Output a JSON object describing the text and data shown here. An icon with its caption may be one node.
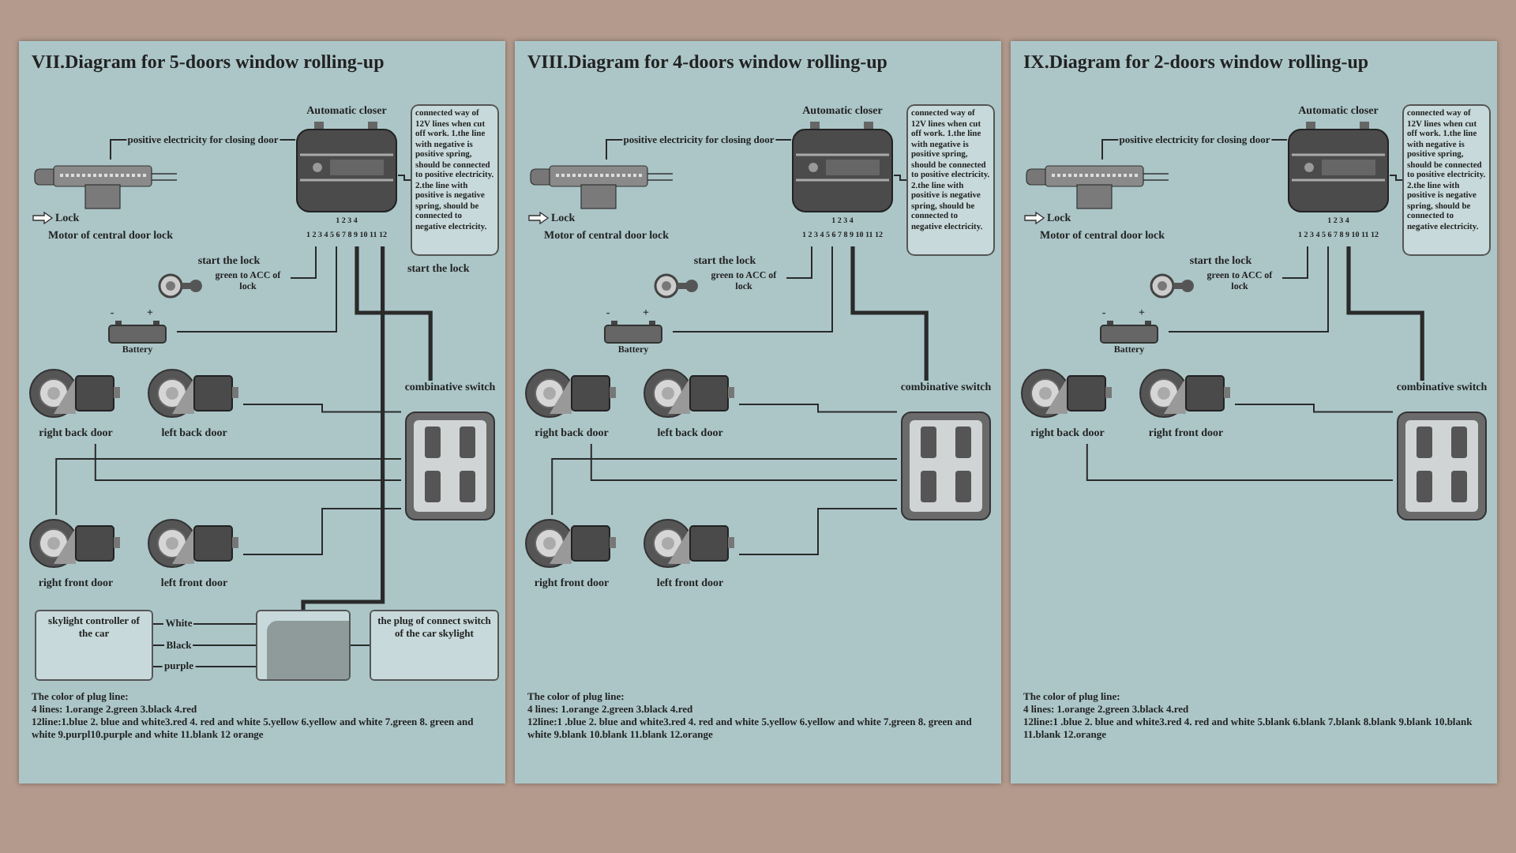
{
  "diagram": {
    "nodes": [
      {
        "text": [
          "VII.Diagram for 5-doors window rolling-up",
          "The color of plug line:",
          "4 lines: 1.orange 2.green 3.black 4.red",
          "12line:1.blue 2. blue and white3.red 4. red and white 5.yellow 6.yellow and white 7.green 8. green and white 9.purpl10.purple and white 11.blank 12 orange"
        ]
      },
      {
        "text": [
          "Lock",
          "Motor of central door lock"
        ],
        "in": 0
      },
      {
        "text": [
          "start the lock"
        ],
        "in": 0,
        "beside": [
          "green to ACC of lock"
        ]
      },
      {
        "text": [
          "Battery"
        ],
        "in": 0,
        "beside": [
          "-",
          "+"
        ]
      },
      {
        "text": [
          "Automatic closer"
        ],
        "in": 0,
        "beside": [
          "1 2 3 4",
          "1 2 3 4 5 6 7 8 9 10 11 12"
        ]
      },
      {
        "text": [
          "connected way of 12V lines when cut off work. 1.the line with negative is positive spring, should be connected to positive electricity. 2.the line with positive is negative spring, should be connected to negative electricity."
        ],
        "in": 0
      },
      {
        "text": [
          "right back door"
        ],
        "in": 0
      },
      {
        "text": [
          "left back door"
        ],
        "in": 0
      },
      {
        "text": [
          "combinative switch"
        ],
        "in": 0
      },
      {
        "text": [
          "right front door"
        ],
        "in": 0
      },
      {
        "text": [
          "left front door"
        ],
        "in": 0
      },
      {
        "text": [
          "skylight controller of the car"
        ],
        "in": 0
      },
      {
        "text": [],
        "shape": "box",
        "in": 0
      },
      {
        "text": [
          "the plug of connect switch of the car skylight"
        ],
        "in": 0
      },
      {
        "text": [
          "VIII.Diagram for 4-doors window rolling-up",
          "The color of plug line:",
          "4 lines: 1.orange 2.green 3.black 4.red",
          "12line:1 .blue 2. blue and white3.red 4. red and white 5.yellow 6.yellow and white 7.green 8. green and white 9.blank 10.blank 11.blank 12.orange"
        ]
      },
      {
        "text": [
          "Lock",
          "Motor of central door lock"
        ],
        "in": 14
      },
      {
        "text": [
          "start the lock"
        ],
        "in": 14,
        "beside": [
          "green to ACC of lock"
        ]
      },
      {
        "text": [
          "Battery"
        ],
        "in": 14,
        "beside": [
          "-",
          "+"
        ]
      },
      {
        "text": [
          "Automatic closer"
        ],
        "in": 14,
        "beside": [
          "1 2 3 4",
          "1 2 3 4 5 6 7 8 9 10 11 12"
        ]
      },
      {
        "text": [
          "connected way of 12V lines when cut off work. 1.the line with negative is positive spring, should be connected to positive electricity. 2.the line with positive is negative spring, should be connected to negative electricity."
        ],
        "in": 14
      },
      {
        "text": [
          "right back door"
        ],
        "in": 14
      },
      {
        "text": [
          "left back door"
        ],
        "in": 14
      },
      {
        "text": [
          "combinative switch"
        ],
        "in": 14
      },
      {
        "text": [
          "right front door"
        ],
        "in": 14
      },
      {
        "text": [
          "left front door"
        ],
        "in": 14
      },
      {
        "text": [
          "IX.Diagram for 2-doors window rolling-up",
          "The color of plug line:",
          "4 lines: 1.orange 2.green 3.black 4.red",
          "12line:1 .blue 2. blue and white3.red 4. red and white 5.blank 6.blank 7.blank 8.blank 9.blank 10.blank 11.blank 12.orange"
        ]
      },
      {
        "text": [
          "Lock",
          "Motor of central door lock"
        ],
        "in": 25
      },
      {
        "text": [
          "start the lock"
        ],
        "in": 25,
        "beside": [
          "green to ACC of lock"
        ]
      },
      {
        "text": [
          "Battery"
        ],
        "in": 25,
        "beside": [
          "-",
          "+"
        ]
      },
      {
        "text": [
          "Automatic closer"
        ],
        "in": 25,
        "beside": [
          "1 2 3 4",
          "1 2 3 4 5 6 7 8 9 10 11 12"
        ]
      },
      {
        "text": [
          "connected way of 12V lines when cut off work. 1.the line with negative is positive spring, should be connected to positive electricity. 2.the line with positive is negative spring, should be connected to negative electricity."
        ],
        "in": 25
      },
      {
        "text": [
          "right back door"
        ],
        "in": 25
      },
      {
        "text": [
          "right front door"
        ],
        "in": 25
      },
      {
        "text": [
          "combinative switch"
        ],
        "in": 25
      }
    ],
    "edges": [
      {
        "from": 1,
        "to": 4,
        "arrow": "none",
        "label": "positive electricity for closing door"
      },
      {
        "from": 2,
        "to": 4,
        "arrow": "none"
      },
      {
        "from": 3,
        "to": 4,
        "arrow": "none"
      },
      {
        "from": 5,
        "to": 4,
        "arrow": "none"
      },
      {
        "from": 4,
        "to": 8,
        "arrow": "none",
        "style": "thick"
      },
      {
        "from": 6,
        "to": 8,
        "arrow": "none"
      },
      {
        "from": 7,
        "to": 8,
        "arrow": "none"
      },
      {
        "from": 9,
        "to": 8,
        "arrow": "none"
      },
      {
        "from": 10,
        "to": 8,
        "arrow": "none"
      },
      {
        "from": 4,
        "to": 12,
        "arrow": "none",
        "style": "thick"
      },
      {
        "from": 11,
        "to": 12,
        "arrow": "none",
        "label": "White"
      },
      {
        "from": 11,
        "to": 12,
        "arrow": "none",
        "label": "Black"
      },
      {
        "from": 11,
        "to": 12,
        "arrow": "none",
        "label": "purple"
      },
      {
        "from": 13,
        "to": 12,
        "arrow": "none"
      },
      {
        "from": 15,
        "to": 18,
        "arrow": "none",
        "label": "positive electricity for closing door"
      },
      {
        "from": 16,
        "to": 18,
        "arrow": "none"
      },
      {
        "from": 17,
        "to": 18,
        "arrow": "none"
      },
      {
        "from": 19,
        "to": 18,
        "arrow": "none"
      },
      {
        "from": 18,
        "to": 22,
        "arrow": "none",
        "style": "thick"
      },
      {
        "from": 20,
        "to": 22,
        "arrow": "none"
      },
      {
        "from": 21,
        "to": 22,
        "arrow": "none"
      },
      {
        "from": 23,
        "to": 22,
        "arrow": "none"
      },
      {
        "from": 24,
        "to": 22,
        "arrow": "none"
      },
      {
        "from": 26,
        "to": 29,
        "arrow": "none",
        "label": "positive electricity for closing door"
      },
      {
        "from": 27,
        "to": 29,
        "arrow": "none"
      },
      {
        "from": 28,
        "to": 29,
        "arrow": "none"
      },
      {
        "from": 30,
        "to": 29,
        "arrow": "none"
      },
      {
        "from": 29,
        "to": 33,
        "arrow": "none",
        "style": "thick"
      },
      {
        "from": 31,
        "to": 33,
        "arrow": "none"
      },
      {
        "from": 32,
        "to": 33,
        "arrow": "none"
      }
    ],
    "labels": [
      "start the lock"
    ]
  }
}
